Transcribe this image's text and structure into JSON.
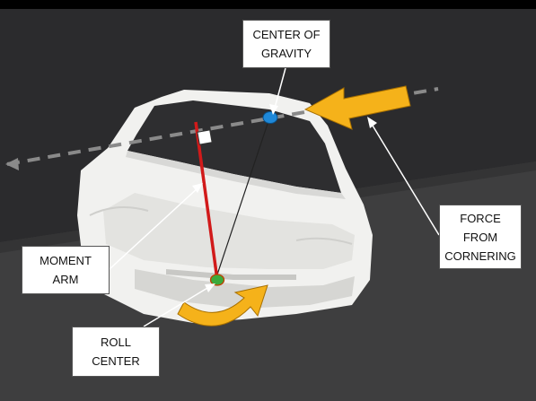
{
  "labels": {
    "center_of_gravity": [
      "CENTER OF",
      "GRAVITY"
    ],
    "force_from_cornering": [
      "FORCE",
      "FROM",
      "CORNERING"
    ],
    "moment_arm": [
      "MOMENT",
      "ARM"
    ],
    "roll_center": [
      "ROLL",
      "CENTER"
    ]
  },
  "colors": {
    "background": "#2b2b2d",
    "ground": "#3d3d3d",
    "car_body": "#f1f1ef",
    "windshield": "#2e2e30",
    "force_arrow": "#f5b21a",
    "roll_arrow": "#f5b21a",
    "moment_arm_line": "#d11a1a",
    "center_of_gravity_dot": "#1e88d8",
    "roll_center_dot": "#3caa3c",
    "axis_line": "#8a8a8a"
  }
}
